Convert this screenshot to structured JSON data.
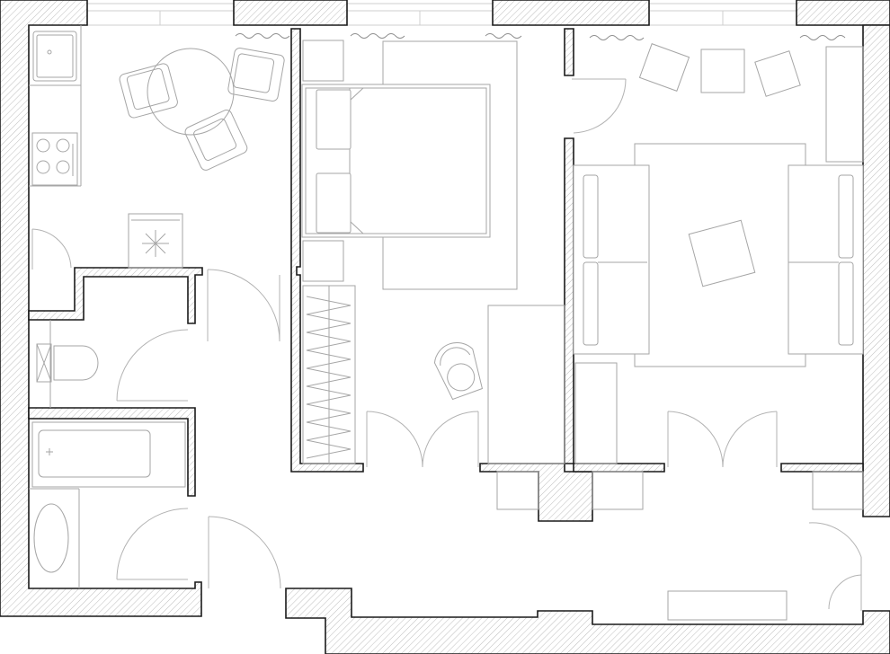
{
  "plan": {
    "colors": {
      "paper": "#ffffff",
      "wall_line": "#1a1a1a",
      "wall_hatch": "#bdbdbd",
      "furniture_line": "#a6a6a6",
      "door_line": "#b3b3b3",
      "window_line": "#cfcfcf"
    },
    "rooms": [
      {
        "key": "kitchen-dining",
        "fixtures": [
          "sink-icon",
          "stove-icon",
          "fridge-icon",
          "round-dining-table",
          "armchair-icon"
        ]
      },
      {
        "key": "toilet",
        "fixtures": [
          "toilet-icon"
        ]
      },
      {
        "key": "bathroom",
        "fixtures": [
          "bathtub-icon",
          "oval-washbasin-icon"
        ]
      },
      {
        "key": "bedroom",
        "fixtures": [
          "double-bed-icon",
          "nightstand-icon",
          "wardrobe-icon",
          "desk-icon",
          "desk-chair-icon"
        ]
      },
      {
        "key": "living-room",
        "fixtures": [
          "sofa-icon",
          "sofa-icon",
          "coffee-table-icon",
          "armchair-icon",
          "side-table-icon"
        ]
      },
      {
        "key": "hallway",
        "fixtures": [
          "bench-icon"
        ]
      }
    ]
  }
}
